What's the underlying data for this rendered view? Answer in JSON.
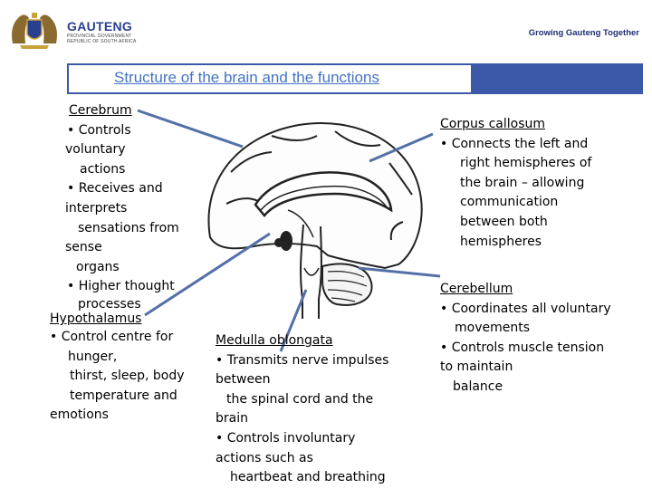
{
  "header": {
    "brand_name": "GAUTENG",
    "brand_sub_1": "PROVINCIAL GOVERNMENT",
    "brand_sub_2": "REPUBLIC OF SOUTH AFRICA",
    "slogan": "Growing Gauteng Together",
    "brand_color": "#2a3f8f"
  },
  "title": "Structure of the brain and the functions",
  "accent_colors": {
    "title_bar": "#3c58a8",
    "title_text": "#4472c4",
    "pointer_lines": "#5470a8"
  },
  "labels": {
    "cerebrum": {
      "heading": "Cerebrum",
      "lines": [
        "• Controls",
        "voluntary",
        "actions",
        "• Receives and",
        "interprets",
        "sensations from",
        "sense",
        "organs",
        "• Higher thought",
        "processes"
      ]
    },
    "hypothalamus": {
      "heading": "Hypothalamus",
      "lines": [
        "•  Control centre for",
        "hunger,",
        "thirst, sleep, body",
        "temperature and",
        "emotions"
      ]
    },
    "medulla": {
      "heading": "Medulla oblongata",
      "lines": [
        "• Transmits nerve impulses",
        "between",
        "the spinal cord and the",
        "brain",
        "• Controls involuntary",
        "actions such as",
        "heartbeat and breathing"
      ]
    },
    "corpus_callosum": {
      "heading": "Corpus callosum",
      "lines": [
        "•  Connects the left and",
        "right hemispheres of",
        "the brain – allowing",
        "communication",
        "between both",
        "hemispheres"
      ]
    },
    "cerebellum": {
      "heading": "Cerebellum",
      "lines": [
        "• Coordinates all voluntary",
        "movements",
        "• Controls muscle tension",
        "to maintain",
        "balance"
      ]
    }
  }
}
